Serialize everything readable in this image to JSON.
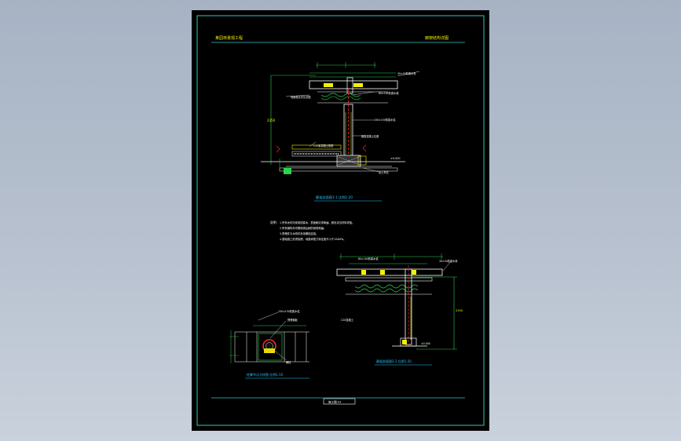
{
  "drawing": {
    "header_left": "某园林景观工程",
    "header_right": "廊架结构详图",
    "title_block": "施工图-01",
    "colors": {
      "background": "#000000",
      "border": "#2fc7c0",
      "yellow": "#f5f100",
      "white": "#ffffff",
      "red": "#ff2a2a",
      "green": "#2bd44a",
      "cyan": "#29c6ff",
      "magenta": "#ff4dff"
    }
  },
  "section_1": {
    "title": "廊架剖面图1-1   比例1:20",
    "annotations": [
      "30×50防腐木条",
      "80×160防腐木梁",
      "150×150防腐木柱",
      "钢筋混凝土柱基",
      "素土夯实",
      "地面做法详见总图",
      "C15素混凝土垫层"
    ],
    "level": "±0.000"
  },
  "notes": {
    "heading": "说明：",
    "lines": [
      "1.所有木材均采用防腐木，表面刷清漆两遍，颜色详见材料样板。",
      "2.所有钢构件均需除锈后刷防锈漆两遍。",
      "3.预埋件与木构件采用螺栓连接。",
      "4.基础施工前须验槽，地基承载力特征值不小于120kPa。"
    ]
  },
  "section_2": {
    "title": "廊架剖面图2-2   比例1:20",
    "annotations": [
      "30×50防腐木条",
      "80×160防腐木梁"
    ],
    "level": "±0.000"
  },
  "detail": {
    "title": "柱脚节点大样图   比例1:10",
    "annotations": [
      "150×150防腐木柱",
      "预埋钢板",
      "C20混凝土",
      "螺栓"
    ]
  }
}
